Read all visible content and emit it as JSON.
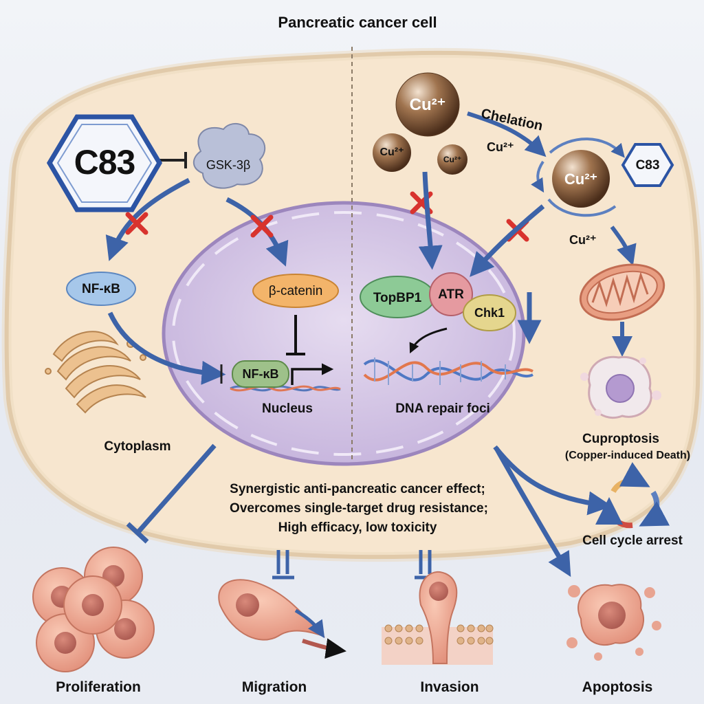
{
  "title": "Pancreatic cancer cell",
  "drug": {
    "name": "C83",
    "name_small": "C83"
  },
  "left_pathway": {
    "gsk3b": "GSK-3β",
    "nfkb": "NF-κB",
    "beta_catenin": "β-catenin",
    "nfkb_nuclear": "NF-κB",
    "nucleus": "Nucleus",
    "cytoplasm": "Cytoplasm"
  },
  "right_pathway": {
    "copper_ion": "Cu²⁺",
    "chelation": "Chelation",
    "topbp1": "TopBP1",
    "atr": "ATR",
    "chk1": "Chk1",
    "dna_repair_foci": "DNA repair foci",
    "cuproptosis": "Cuproptosis",
    "cuproptosis_note": "(Copper-induced Death)"
  },
  "summary": {
    "line1": "Synergistic anti-pancreatic cancer effect;",
    "line2": "Overcomes single-target drug resistance;",
    "line3": "High efficacy, low toxicity"
  },
  "outcomes": {
    "proliferation": "Proliferation",
    "migration": "Migration",
    "invasion": "Invasion",
    "apoptosis": "Apoptosis",
    "cell_cycle_arrest": "Cell cycle arrest"
  }
}
